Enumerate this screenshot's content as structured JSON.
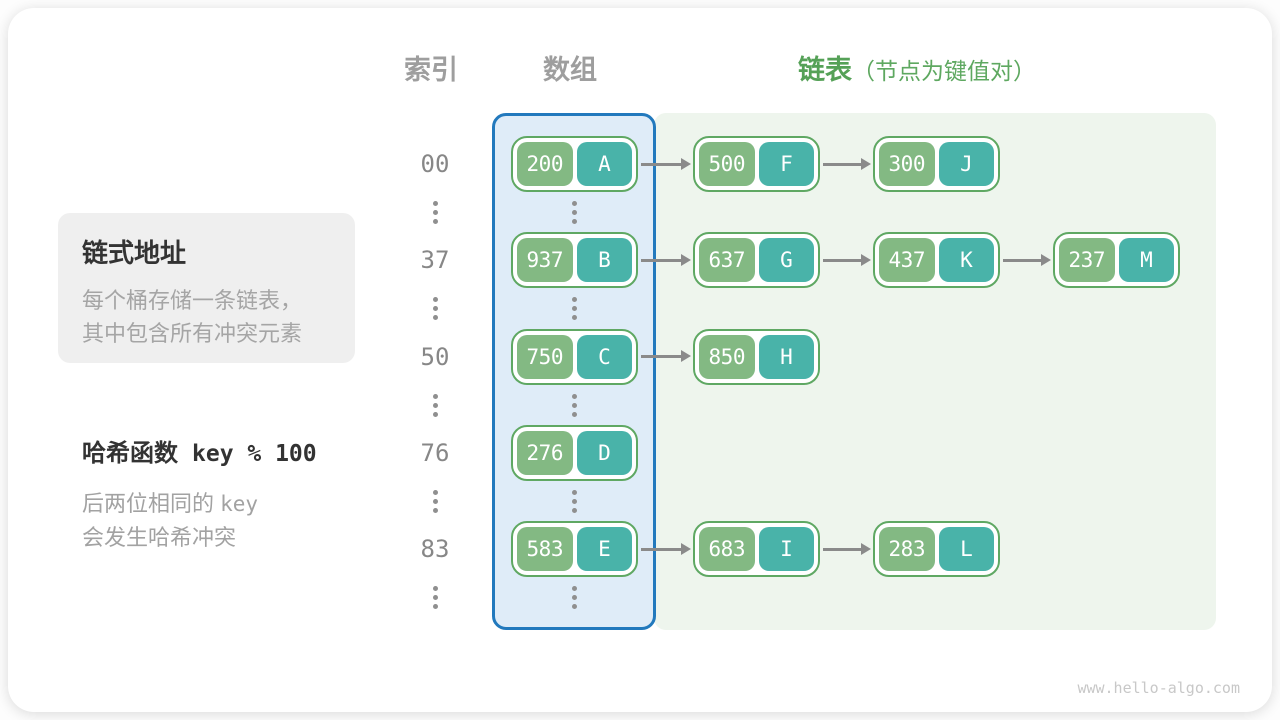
{
  "headers": {
    "index": "索引",
    "array": "数组",
    "list": "链表",
    "list_note": "（节点为键值对）"
  },
  "notes": {
    "box_title": "链式地址",
    "box_body_line1": "每个桶存储一条链表，",
    "box_body_line2": "其中包含所有冲突元素",
    "hash_label": "哈希函数",
    "hash_formula": "key % 100",
    "hash_note_line1_pre": "后两位相同的",
    "hash_note_line1_code": "key",
    "hash_note_line2": "会发生哈希冲突"
  },
  "hash_table": {
    "rows": [
      {
        "index": "00",
        "bucket": {
          "key": "200",
          "value": "A"
        },
        "chain": [
          {
            "key": "500",
            "value": "F"
          },
          {
            "key": "300",
            "value": "J"
          }
        ]
      },
      {
        "index": "37",
        "bucket": {
          "key": "937",
          "value": "B"
        },
        "chain": [
          {
            "key": "637",
            "value": "G"
          },
          {
            "key": "437",
            "value": "K"
          },
          {
            "key": "237",
            "value": "M"
          }
        ]
      },
      {
        "index": "50",
        "bucket": {
          "key": "750",
          "value": "C"
        },
        "chain": [
          {
            "key": "850",
            "value": "H"
          }
        ]
      },
      {
        "index": "76",
        "bucket": {
          "key": "276",
          "value": "D"
        },
        "chain": []
      },
      {
        "index": "83",
        "bucket": {
          "key": "583",
          "value": "E"
        },
        "chain": [
          {
            "key": "683",
            "value": "I"
          },
          {
            "key": "283",
            "value": "L"
          }
        ]
      }
    ],
    "ellipsis_after_each_row": true
  },
  "colors": {
    "array_panel_border": "#2279bd",
    "array_panel_bg": "#dfecf8",
    "list_panel_bg": "#eef5ed",
    "node_border": "#5fa863",
    "node_key_bg": "#83b983",
    "node_value_bg": "#49b3a9",
    "arrow": "#8a8a8a",
    "header_gray": "#9e9e9e",
    "header_green": "#55a157",
    "index_gray": "#878787"
  },
  "footer": {
    "watermark": "www.hello-algo.com"
  }
}
